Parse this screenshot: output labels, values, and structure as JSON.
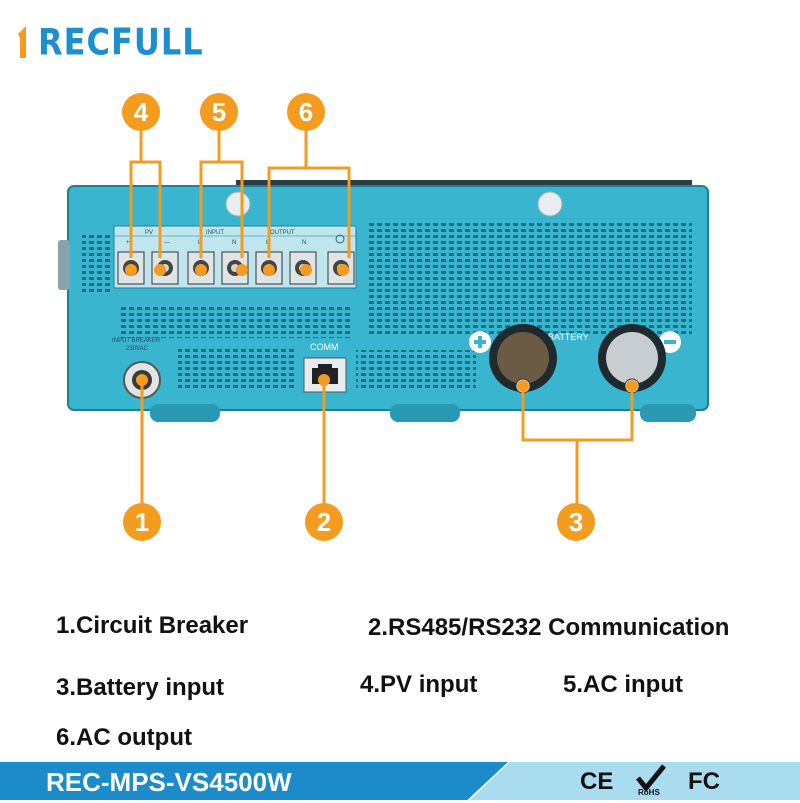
{
  "brand": {
    "logo_text": "RECFULL",
    "color": "#1d8fd1"
  },
  "panel_labels": {
    "pv": "PV",
    "pv_plus": "+",
    "pv_minus": "—",
    "input": "INPUT",
    "output": "OUTPUT",
    "l": "L",
    "n": "N",
    "input_breaker_line1": "INPUT BREAKER",
    "input_breaker_line2": "230VAC",
    "comm": "COMM",
    "battery": "BATTERY"
  },
  "callouts": [
    {
      "number": "4"
    },
    {
      "number": "5"
    },
    {
      "number": "6"
    },
    {
      "number": "1"
    },
    {
      "number": "2"
    },
    {
      "number": "3"
    }
  ],
  "legend": {
    "item1": "1.Circuit Breaker",
    "item2": "2.RS485/RS232 Communication",
    "item3": "3.Battery input",
    "item4": "4.PV input",
    "item5": "5.AC input",
    "item6": "6.AC output"
  },
  "footer": {
    "model": "REC-MPS-VS4500W",
    "cert_ce": "CE",
    "cert_rohs": "RoHS",
    "cert_fc": "FC"
  },
  "colors": {
    "callout": "#f39c1f",
    "device_body": "#3ab5cf",
    "footer_blue": "#1b8bc9",
    "footer_light": "#a9dcef"
  }
}
